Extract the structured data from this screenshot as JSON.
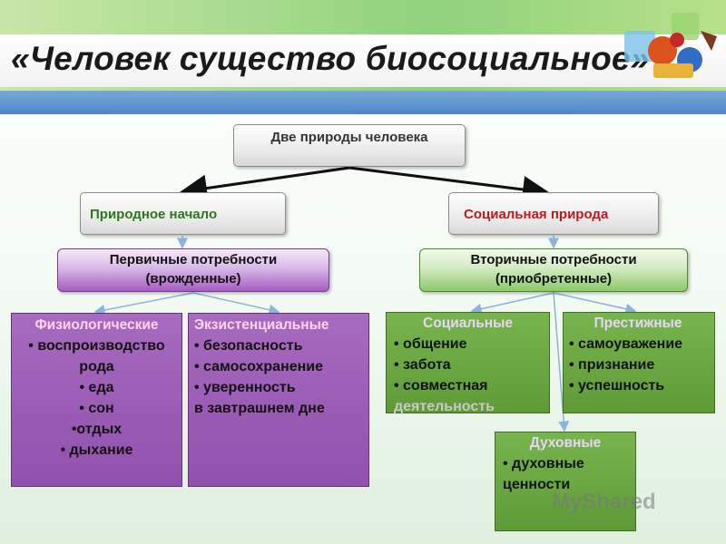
{
  "title": "«Человек существо биосоциальное»",
  "root": "Две природы человека",
  "natural": "Природное начало",
  "social": "Социальная природа",
  "primary": {
    "line1": "Первичные потребности",
    "line2": "(врожденные)"
  },
  "secondary": {
    "line1": "Вторичные потребности",
    "line2": "(приобретенные)"
  },
  "physiological": {
    "heading": "Физиологические",
    "items": [
      "• воспроизводство",
      "рода",
      "• еда",
      "• сон",
      "•отдых",
      "• дыхание"
    ]
  },
  "existential": {
    "heading": "Экзистенциальные",
    "items": [
      "• безопасность",
      "• самосохранение",
      "• уверенность",
      "в завтрашнем дне"
    ]
  },
  "social_needs": {
    "heading": "Социальные",
    "items": [
      "• общение",
      "• забота",
      "• совместная",
      "деятельность"
    ]
  },
  "prestige": {
    "heading": "Престижные",
    "items": [
      "• самоуважение",
      "• признание",
      "• успешность"
    ]
  },
  "spiritual": {
    "heading": "Духовные",
    "items": [
      "• духовные",
      "ценности"
    ]
  },
  "watermark": "MyShared",
  "colors": {
    "header_green": "#8fd27a",
    "blue_bar": "#4f86c6",
    "purple": "#9150ad",
    "green": "#5e9a36",
    "natural_text": "#2a7a1a",
    "social_text": "#c0191b"
  }
}
